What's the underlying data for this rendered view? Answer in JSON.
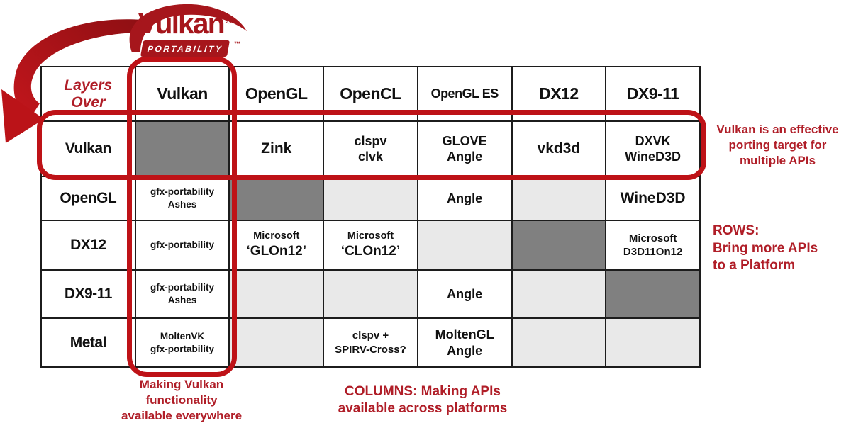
{
  "logo": {
    "brand": "Vulkan",
    "registered": "®",
    "sub": "PORTABILITY",
    "tm": "™"
  },
  "colors": {
    "accent_red": "#BE1217",
    "logo_red": "#A6161C",
    "text_red": "#B01E28",
    "dark_cell": "#808080",
    "light_cell": "#E9E9E9",
    "grid_border": "#1C1C1C"
  },
  "table": {
    "corner": {
      "lines": [
        "Layers",
        "Over"
      ]
    },
    "columns": [
      {
        "label": "Vulkan",
        "small": false
      },
      {
        "label": "OpenGL",
        "small": false
      },
      {
        "label": "OpenCL",
        "small": false
      },
      {
        "label": "OpenGL ES",
        "small": true
      },
      {
        "label": "DX12",
        "small": false
      },
      {
        "label": "DX9-11",
        "small": false
      }
    ],
    "rows": [
      {
        "header": "Vulkan",
        "cells": [
          {
            "bg": "dark"
          },
          {
            "lines": [
              "Zink"
            ],
            "size": "lg"
          },
          {
            "lines": [
              "clspv",
              "clvk"
            ],
            "size": "md"
          },
          {
            "lines": [
              "GLOVE",
              "Angle"
            ],
            "size": "md"
          },
          {
            "lines": [
              "vkd3d"
            ],
            "size": "lg"
          },
          {
            "lines": [
              "DXVK",
              "WineD3D"
            ],
            "size": "md"
          }
        ]
      },
      {
        "header": "OpenGL",
        "cells": [
          {
            "lines": [
              "gfx-portability",
              "Ashes"
            ],
            "size": "sm"
          },
          {
            "bg": "dark"
          },
          {
            "bg": "light"
          },
          {
            "lines": [
              "Angle"
            ],
            "size": "md"
          },
          {
            "bg": "light"
          },
          {
            "lines": [
              "WineD3D"
            ],
            "size": "lg"
          }
        ]
      },
      {
        "header": "DX12",
        "cells": [
          {
            "lines": [
              "gfx-portability"
            ],
            "size": "sm"
          },
          {
            "lines": [
              "Microsoft",
              "‘GLOn12’"
            ],
            "size": "ms"
          },
          {
            "lines": [
              "Microsoft",
              "‘CLOn12’"
            ],
            "size": "ms"
          },
          {
            "bg": "light"
          },
          {
            "bg": "dark"
          },
          {
            "lines": [
              "Microsoft",
              "D3D11On12"
            ],
            "size": "sm2"
          }
        ]
      },
      {
        "header": "DX9-11",
        "cells": [
          {
            "lines": [
              "gfx-portability",
              "Ashes"
            ],
            "size": "sm"
          },
          {
            "bg": "light"
          },
          {
            "bg": "light"
          },
          {
            "lines": [
              "Angle"
            ],
            "size": "md"
          },
          {
            "bg": "light"
          },
          {
            "bg": "dark"
          }
        ]
      },
      {
        "header": "Metal",
        "cells": [
          {
            "lines": [
              "MoltenVK",
              "gfx-portability"
            ],
            "size": "sm"
          },
          {
            "bg": "light"
          },
          {
            "lines": [
              "clspv +",
              "SPIRV-Cross?"
            ],
            "size": "sm2"
          },
          {
            "lines": [
              "MoltenGL",
              "Angle"
            ],
            "size": "md"
          },
          {
            "bg": "light"
          },
          {
            "bg": "light"
          }
        ]
      }
    ]
  },
  "annotations": {
    "porting_target": {
      "lines": [
        "Vulkan is an effective",
        "porting target for",
        "multiple APIs"
      ]
    },
    "rows_note": {
      "lines": [
        "ROWS:",
        "Bring more APIs",
        "to a Platform"
      ]
    },
    "vulkan_column_note": {
      "lines": [
        "Making Vulkan",
        "functionality",
        "available everywhere"
      ]
    },
    "columns_note": {
      "lines": [
        "COLUMNS: Making APIs",
        "available across platforms"
      ]
    }
  }
}
